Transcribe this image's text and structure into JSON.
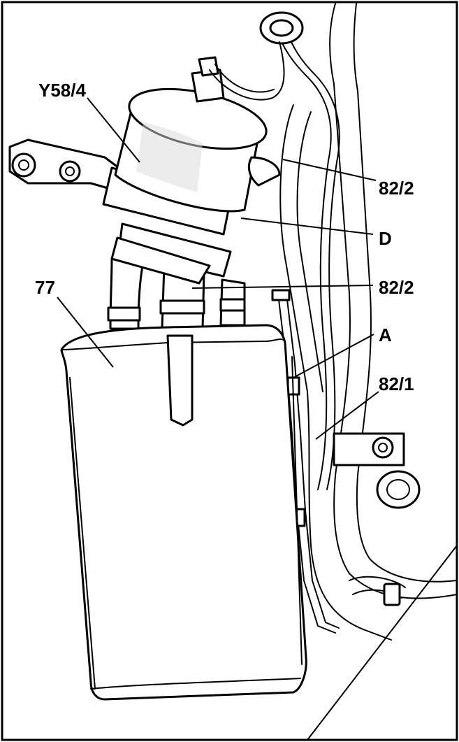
{
  "callouts": {
    "valve": "Y58/4",
    "line_upper": "82/2",
    "port": "D",
    "line_lower": "82/2",
    "canister": "77",
    "line_a": "A",
    "line_purge": "82/1"
  },
  "colors": {
    "ink": "#000000",
    "paper": "#ffffff",
    "shade": "#d9d9d9"
  }
}
